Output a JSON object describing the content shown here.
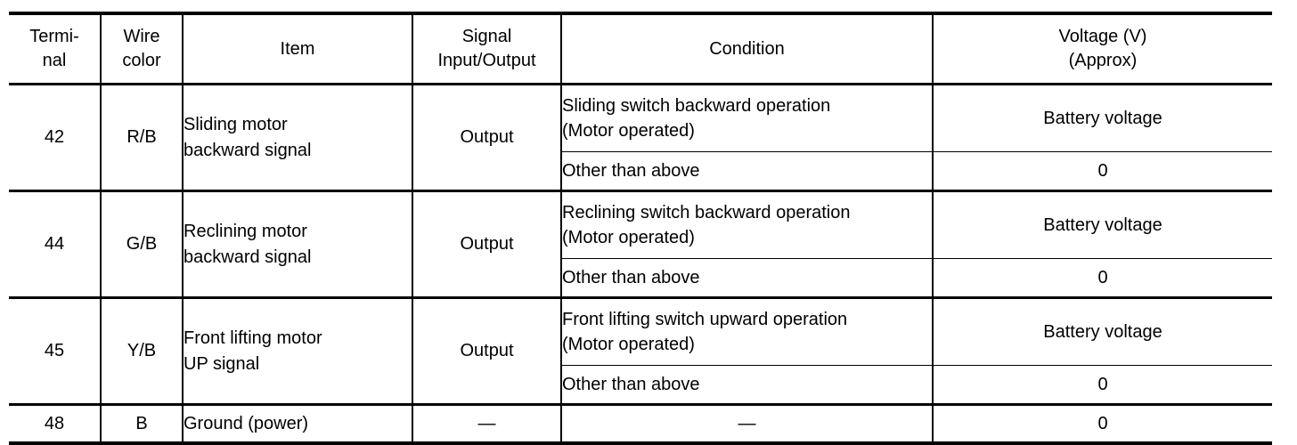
{
  "table": {
    "headers": {
      "terminal": "Termi-\nnal",
      "terminal_line1": "Termi-",
      "terminal_line2": "nal",
      "wire_color_line1": "Wire",
      "wire_color_line2": "color",
      "item": "Item",
      "signal_line1": "Signal",
      "signal_line2": "Input/Output",
      "condition": "Condition",
      "voltage_line1": "Voltage (V)",
      "voltage_line2": "(Approx)"
    },
    "groups": [
      {
        "terminal": "42",
        "wire_color": "R/B",
        "item_line1": "Sliding motor",
        "item_line2": "backward signal",
        "signal": "Output",
        "rows": [
          {
            "condition_line1": "Sliding switch backward operation",
            "condition_line2": "(Motor operated)",
            "voltage": "Battery voltage"
          },
          {
            "condition_line1": "Other than above",
            "condition_line2": "",
            "voltage": "0"
          }
        ]
      },
      {
        "terminal": "44",
        "wire_color": "G/B",
        "item_line1": "Reclining motor",
        "item_line2": "backward signal",
        "signal": "Output",
        "rows": [
          {
            "condition_line1": "Reclining switch backward operation",
            "condition_line2": "(Motor operated)",
            "voltage": "Battery voltage"
          },
          {
            "condition_line1": "Other than above",
            "condition_line2": "",
            "voltage": "0"
          }
        ]
      },
      {
        "terminal": "45",
        "wire_color": "Y/B",
        "item_line1": "Front lifting motor",
        "item_line2": "UP signal",
        "signal": "Output",
        "rows": [
          {
            "condition_line1": "Front lifting switch upward operation",
            "condition_line2": "(Motor operated)",
            "voltage": "Battery voltage"
          },
          {
            "condition_line1": "Other than above",
            "condition_line2": "",
            "voltage": "0"
          }
        ]
      }
    ],
    "final_row": {
      "terminal": "48",
      "wire_color": "B",
      "item": "Ground (power)",
      "signal": "—",
      "condition": "—",
      "voltage": "0"
    }
  }
}
